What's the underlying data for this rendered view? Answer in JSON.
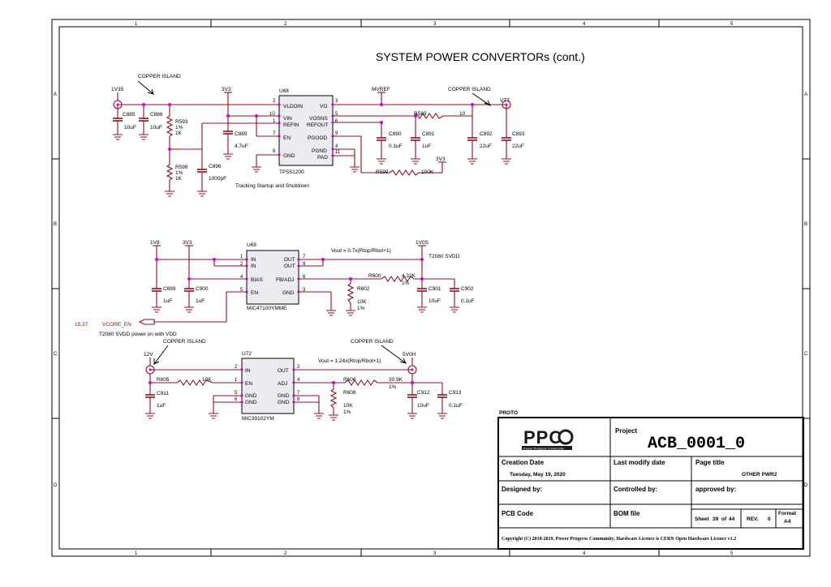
{
  "sheet": {
    "title": "SYSTEM POWER CONVERTORs (cont.)",
    "col_labels": [
      "1",
      "2",
      "3",
      "4",
      "5"
    ],
    "row_labels": [
      "A",
      "B",
      "C",
      "D"
    ]
  },
  "annotations": {
    "copper_island": "COPPER ISLAND",
    "tracking": "Tracking Startup and Shutdown",
    "vout1": "Vout = 0.7x(Rtop/Rbot+1)",
    "vout2": "Vout = 1.24x(Rtop/Rbot+1)",
    "t2080_svdd": "T2080 SVDD",
    "t2080_power_on": "T2080 SVDD power on with VDD",
    "offpage_ref": "15,37",
    "vcore_en": "VCORE_EN"
  },
  "nets": {
    "v1v35": "1V35",
    "v3v3": "3V3",
    "mvref": "MVREF",
    "vtt": "VTT",
    "v1v8": "1V8",
    "v1v0s": "1V0S",
    "v12": "12V",
    "v5v0h": "5V0H"
  },
  "ic1": {
    "ref": "U68",
    "part": "TPS51200",
    "pins_left": [
      "VLDOIN",
      "VIN",
      "REFIN",
      "EN",
      "GND"
    ],
    "pins_right": [
      "VO",
      "VOSNS",
      "REFOUT",
      "PGOOD",
      "PGND",
      "PAD"
    ],
    "pin_nums": [
      "2",
      "10",
      "1",
      "7",
      "8",
      "3",
      "5",
      "6",
      "9",
      "4",
      "11"
    ]
  },
  "ic2": {
    "ref": "U69",
    "part": "MIC47100YMME",
    "pins_left": [
      "IN",
      "IN",
      "BIAS",
      "EN"
    ],
    "pins_right": [
      "OUT",
      "OUT",
      "FB/ADJ",
      "GND"
    ],
    "pin_nums": [
      "1",
      "2",
      "4",
      "5",
      "7",
      "8",
      "6",
      "3"
    ]
  },
  "ic3": {
    "ref": "U72",
    "part": "MIC39102YM",
    "pins_left": [
      "IN",
      "EN",
      "GND",
      "GND"
    ],
    "pins_right": [
      "OUT",
      "ADJ",
      "GND",
      "GND"
    ],
    "pin_nums": [
      "2",
      "1",
      "5",
      "6",
      "3",
      "4",
      "7",
      "8"
    ]
  },
  "components": {
    "c885": [
      "C885",
      "10uF"
    ],
    "c886": [
      "C886",
      "10uF"
    ],
    "r593": [
      "R593",
      "1%",
      "1K"
    ],
    "r598": [
      "R598",
      "1%",
      "1K"
    ],
    "c896": [
      "C896",
      "1000pF"
    ],
    "c889": [
      "C889",
      "4.7uF"
    ],
    "c890": [
      "C890",
      "0.1uF"
    ],
    "c891": [
      "C891",
      "1uF"
    ],
    "r589": [
      "R589",
      "10"
    ],
    "c892": [
      "C892",
      "22uF"
    ],
    "c893": [
      "C893",
      "22uF"
    ],
    "r599": [
      "R599",
      "100K"
    ],
    "c899": [
      "C899",
      "1uF"
    ],
    "c900": [
      "C900",
      "1uF"
    ],
    "r600": [
      "R600",
      "4.32K",
      "1%"
    ],
    "r602": [
      "R602",
      "10K",
      "1%"
    ],
    "c901": [
      "C901",
      "10uF"
    ],
    "c902": [
      "C902",
      "0.1uF"
    ],
    "c911": [
      "C911",
      "1uF"
    ],
    "r605": [
      "R605",
      "10K"
    ],
    "r606": [
      "R606",
      "30.9K",
      "1%"
    ],
    "r608": [
      "R608",
      "10K",
      "1%"
    ],
    "c912": [
      "C912",
      "10uF"
    ],
    "c913": [
      "C913",
      "0.1uF"
    ]
  },
  "title_block": {
    "proto": "PROTO",
    "logo_text": "PPC",
    "logo_sub": "Power Progress Community",
    "project_label": "Project",
    "project": "ACB_0001_0",
    "creation_date_label": "Creation Date",
    "creation_date": "Tuesday, May 19, 2020",
    "last_modify_label": "Last modify date",
    "page_title_label": "Page title",
    "page_title": "OTHER PWR2",
    "designed_by_label": "Designed by:",
    "controlled_by_label": "Controlled by:",
    "approved_by_label": "approved by:",
    "pcb_code_label": "PCB Code",
    "bom_file_label": "BOM file",
    "sheet_label": "Sheet",
    "sheet_num": "39",
    "sheet_of": "of",
    "sheet_total": "44",
    "rev_label": "REV.",
    "rev": "0",
    "format_label": "Format",
    "format": "A4",
    "copyright": "Copyright (C) 2018-2019, Power Progress Community, Hardware Licence is CERN Open Hardware Licence v1.2"
  }
}
